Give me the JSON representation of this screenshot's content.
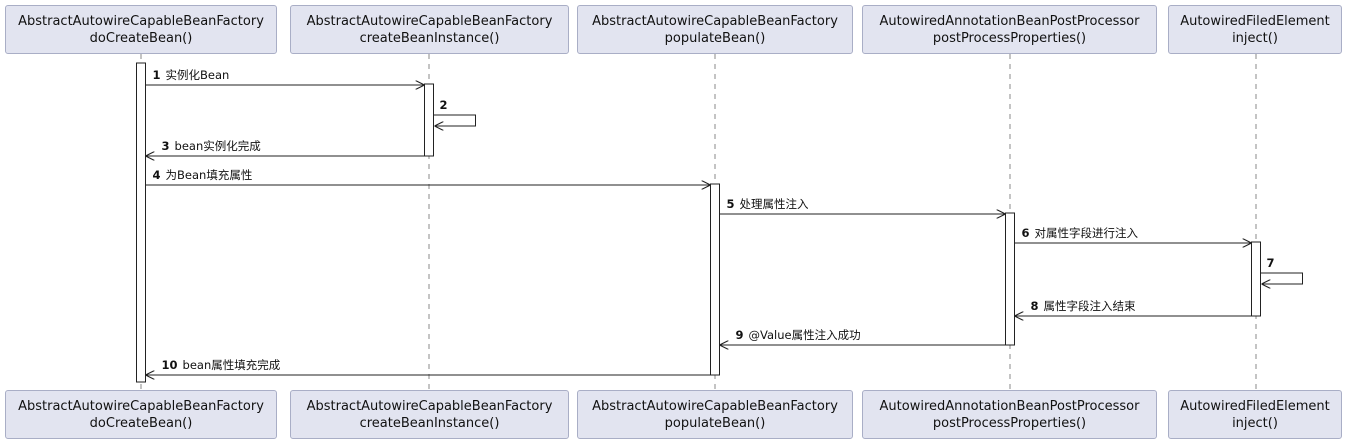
{
  "participants": [
    {
      "name": "AbstractAutowireCapableBeanFactory",
      "method": "doCreateBean()"
    },
    {
      "name": "AbstractAutowireCapableBeanFactory",
      "method": "createBeanInstance()"
    },
    {
      "name": "AbstractAutowireCapableBeanFactory",
      "method": "populateBean()"
    },
    {
      "name": "AutowiredAnnotationBeanPostProcessor",
      "method": "postProcessProperties()"
    },
    {
      "name": "AutowiredFiledElement",
      "method": "inject()"
    }
  ],
  "messages": [
    {
      "num": "1",
      "text": "实例化Bean",
      "from": 0,
      "to": 1
    },
    {
      "num": "2",
      "text": "",
      "from": 1,
      "to": 1
    },
    {
      "num": "3",
      "text": "bean实例化完成",
      "from": 1,
      "to": 0
    },
    {
      "num": "4",
      "text": "为Bean填充属性",
      "from": 0,
      "to": 2
    },
    {
      "num": "5",
      "text": "处理属性注入",
      "from": 2,
      "to": 3
    },
    {
      "num": "6",
      "text": "对属性字段进行注入",
      "from": 3,
      "to": 4
    },
    {
      "num": "7",
      "text": "",
      "from": 4,
      "to": 4
    },
    {
      "num": "8",
      "text": "属性字段注入结束",
      "from": 4,
      "to": 3
    },
    {
      "num": "9",
      "text": "@Value属性注入成功",
      "from": 3,
      "to": 2
    },
    {
      "num": "10",
      "text": "bean属性填充完成",
      "from": 2,
      "to": 0
    }
  ],
  "colors": {
    "participant_fill": "#e2e4f0",
    "participant_border": "#a9aec6",
    "line": "#222222",
    "lifeline": "#888888"
  }
}
